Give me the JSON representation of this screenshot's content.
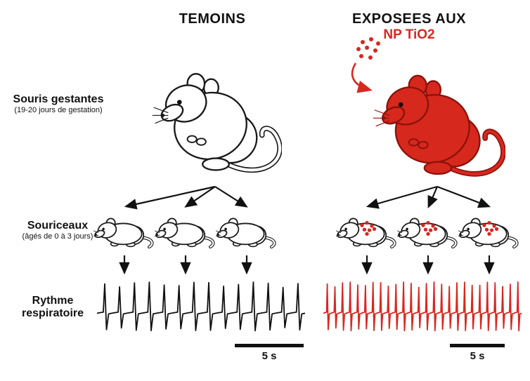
{
  "colors": {
    "accent": "#d7281e",
    "ink": "#111111"
  },
  "headers": {
    "control": "TEMOINS",
    "exposed_line1": "EXPOSEES AUX",
    "exposed_line2": "NP TiO2"
  },
  "rows": {
    "mothers": {
      "title": "Souris gestantes",
      "subtitle": "(19-20 jours de gestation)"
    },
    "pups": {
      "title": "Souriceaux",
      "subtitle": "(âgés de 0 à 3 jours)"
    },
    "trace": {
      "title": "Rythme respiratoire"
    }
  },
  "scalebars": {
    "left": "5 s",
    "right": "5 s"
  },
  "traces": {
    "control": {
      "color": "#111111",
      "cycles": 14
    },
    "exposed": {
      "color": "#d7281e",
      "cycles": 26
    }
  }
}
